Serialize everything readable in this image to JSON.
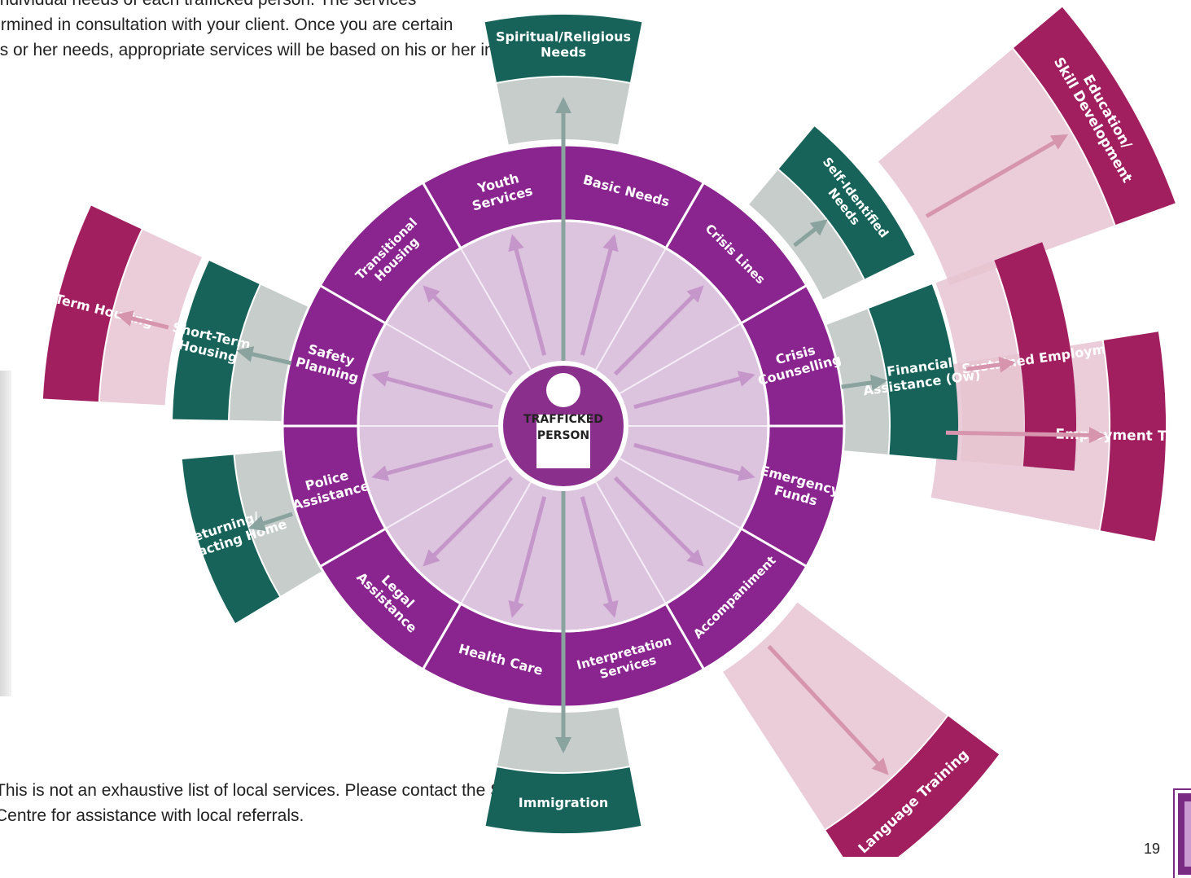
{
  "intro_text": [
    "the individual needs of each trafficked person. The services",
    "determined in consultation with your client. Once you are certain",
    "of his or her needs, appropriate services will be based on his or her individual"
  ],
  "footer_text": [
    "This is not an exhaustive list of local services. Please contact the Sexual Assault",
    "Centre for assistance with local referrals."
  ],
  "page_number": "19",
  "center": {
    "line1": "TRAFFICKED",
    "line2": "PERSON"
  },
  "inner_ring": [
    [
      "Basic Needs"
    ],
    [
      "Crisis Lines"
    ],
    [
      "Crisis",
      "Counselling"
    ],
    [
      "Emergency",
      "Funds"
    ],
    [
      "Accompaniment"
    ],
    [
      "Interpretation",
      "Services"
    ],
    [
      "Health Care"
    ],
    [
      "Legal",
      "Assistance"
    ],
    [
      "Police",
      "Assistance"
    ],
    [
      "Safety",
      "Planning"
    ],
    [
      "Transitional",
      "Housing"
    ],
    [
      "Youth",
      "Services"
    ]
  ],
  "outer_green": [
    [
      "Spiritual/Religious",
      "Needs"
    ],
    [
      "Self-Identified",
      "Needs"
    ],
    [
      "Financial",
      "Assistance (Ow)"
    ],
    [
      "Immigration"
    ],
    [
      "Returning/",
      "Contacting Home"
    ],
    [
      "Short-Term",
      "Housing"
    ]
  ],
  "outer_magenta": [
    [
      "Long-Term Housing"
    ],
    [
      "Education/",
      "Skill Development"
    ],
    [
      "Sustained Employment"
    ],
    [
      "Employment Training"
    ],
    [
      "Language Training"
    ]
  ],
  "colors": {
    "inner_ring": "#8a2590",
    "disk": "#dcc4df",
    "center": "#8b2f8c",
    "green_box": "#17635a",
    "grey_band": "#c6cdcb",
    "magenta_box": "#a21f5f",
    "pink_band": "#e6c4d1",
    "arrow_purple": "#c596c9",
    "arrow_grey": "#8aa39e",
    "arrow_pink": "#d695ad"
  }
}
